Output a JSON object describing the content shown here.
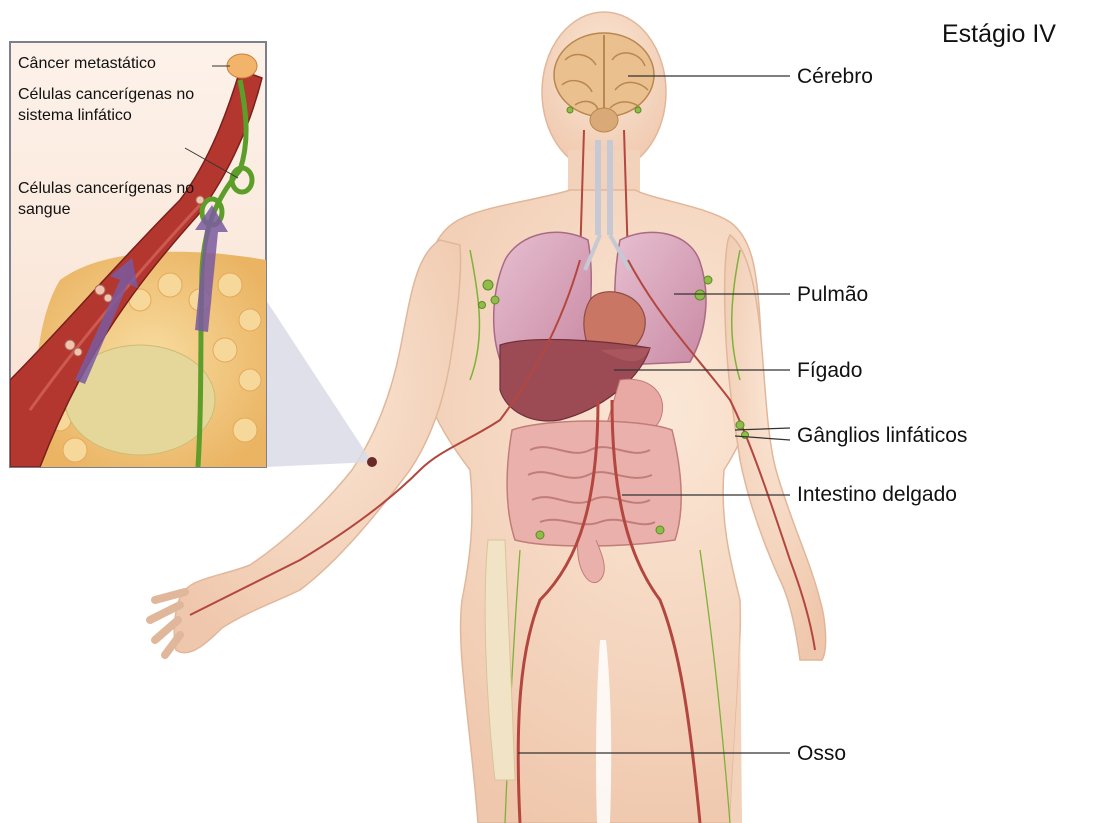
{
  "title": "Estágio IV",
  "labels": {
    "brain": "Cérebro",
    "lung": "Pulmão",
    "liver": "Fígado",
    "lymph_nodes": "Gânglios linfáticos",
    "small_intestine": "Intestino delgado",
    "bone": "Osso"
  },
  "inset": {
    "metastatic": "Câncer metastático",
    "lymph_cells": "Células cancerígenas no sistema linfático",
    "blood_cells": "Células cancerígenas no sangue"
  },
  "colors": {
    "skin": "#f6d9c4",
    "organ_lung": "#d7a1b8",
    "organ_liver": "#9c4b55",
    "intestine": "#eab0ac",
    "vessel": "#b3473f",
    "lymph": "#7fb13a",
    "fat": "#f2c57c",
    "arrow": "#7a5aa0"
  }
}
